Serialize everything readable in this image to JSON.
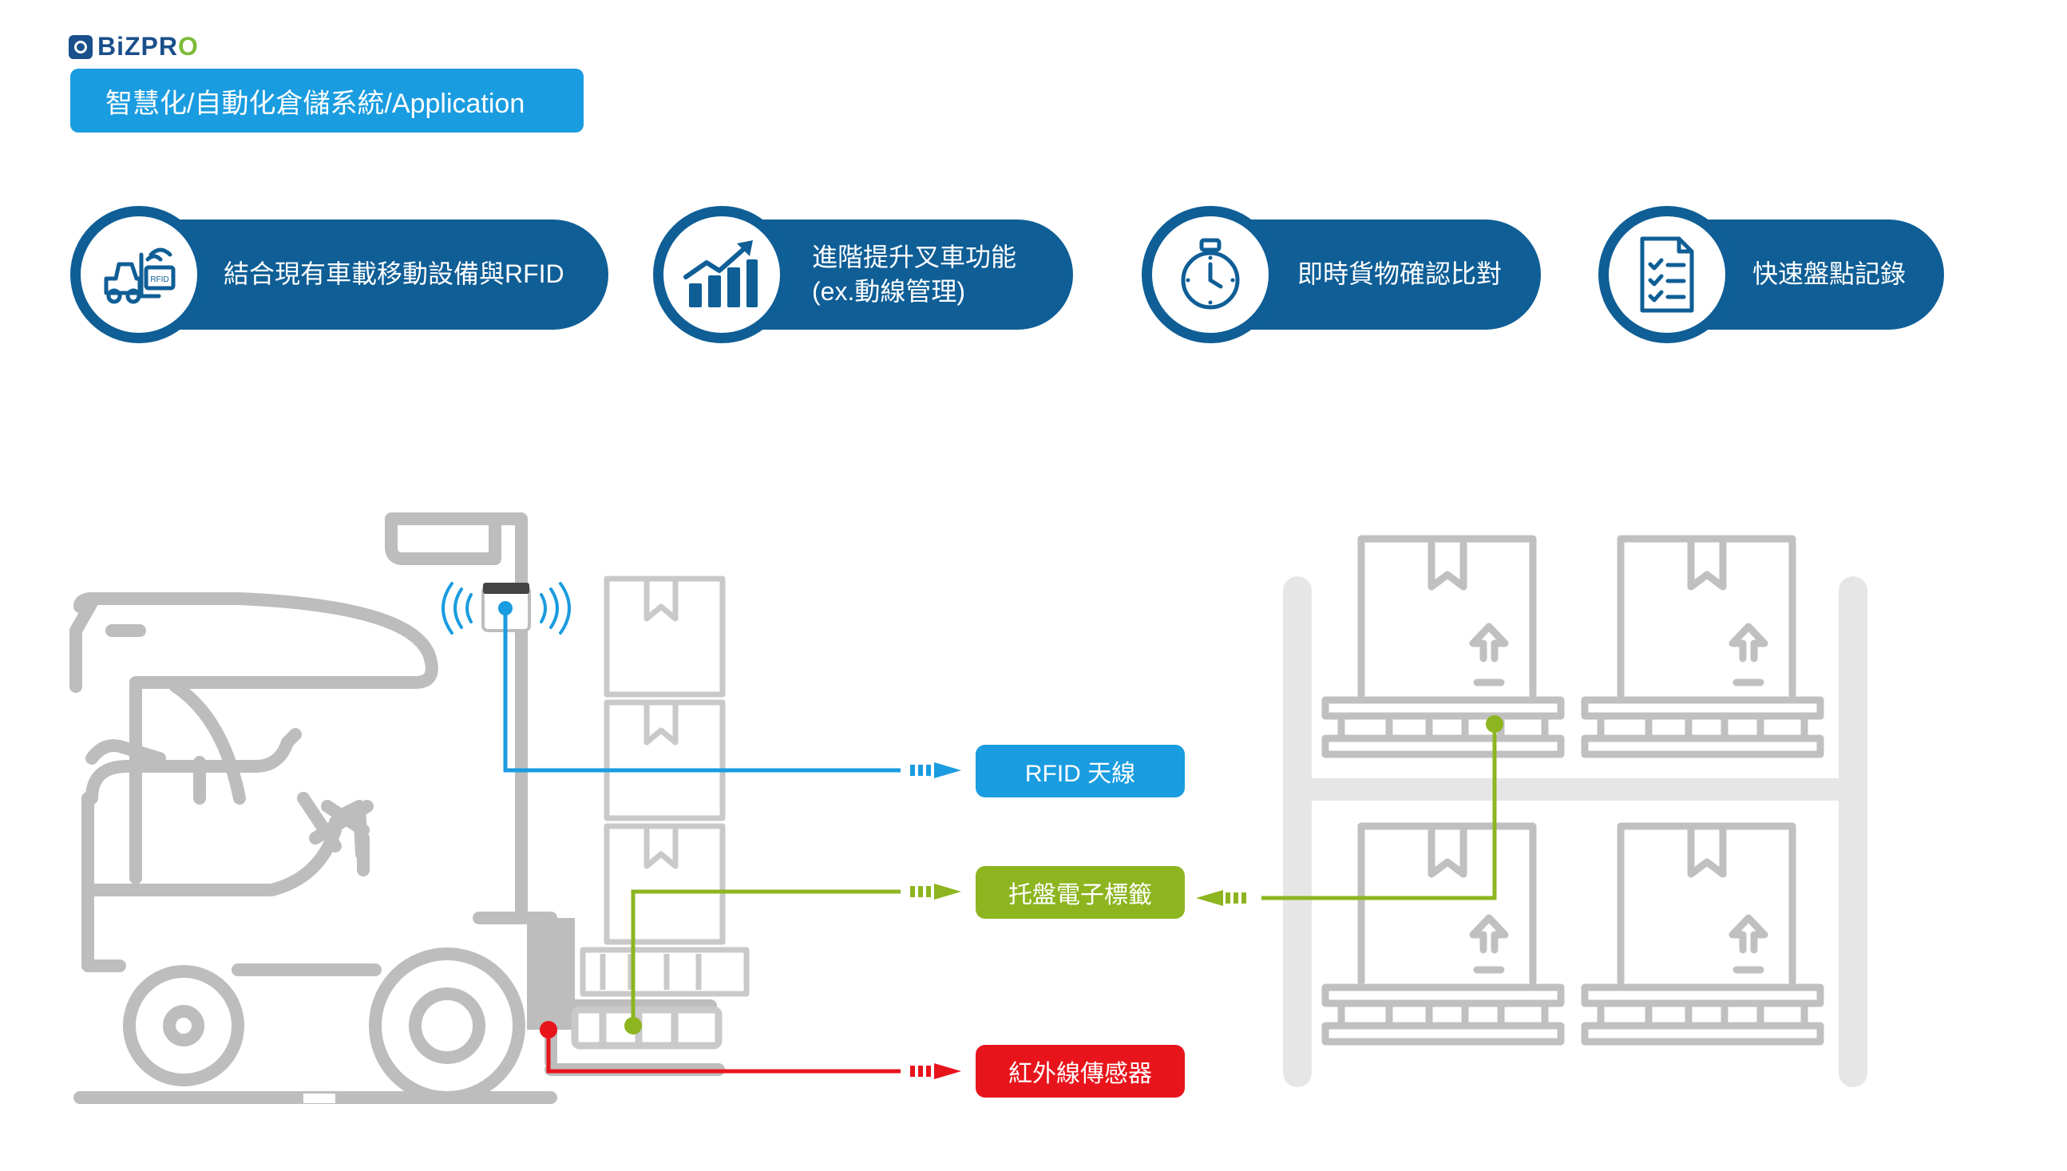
{
  "brand": {
    "logo_text": "BiZPR",
    "logo_o": "O"
  },
  "header": {
    "title": "智慧化/自動化倉儲系統/Application"
  },
  "features": [
    {
      "icon": "forklift-rfid-icon",
      "icon_text": "RFID",
      "text": "結合現有車載移動設備與RFID"
    },
    {
      "icon": "growth-chart-icon",
      "line1": "進階提升叉車功能",
      "line2": "(ex.動線管理)"
    },
    {
      "icon": "stopwatch-icon",
      "text": "即時貨物確認比對"
    },
    {
      "icon": "checklist-icon",
      "text": "快速盤點記錄"
    }
  ],
  "diagram": {
    "labels": {
      "rfid": "RFID 天線",
      "pallet_tag": "托盤電子標籤",
      "ir_sensor": "紅外線傳感器"
    }
  },
  "colors": {
    "title_blue": "#1a9ce0",
    "feature_blue": "#0f5e96",
    "rfid_blue": "#1a9ce0",
    "tag_green": "#8db520",
    "sensor_red": "#e8141b",
    "outline_gray": "#bdbdbd",
    "rack_gray": "#e6e6e6"
  }
}
